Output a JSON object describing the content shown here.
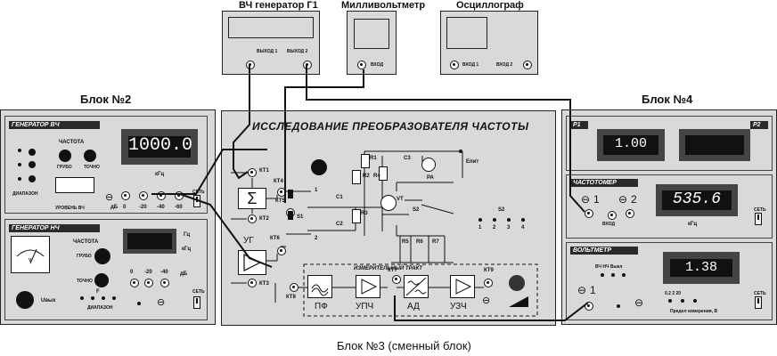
{
  "top": {
    "hf_generator": {
      "title": "ВЧ генератор Г1",
      "out1": "ВЫХОД 1",
      "out2": "ВЫХОД 2"
    },
    "millivoltmeter": {
      "title": "Милливольтметр",
      "input": "ВХОД"
    },
    "oscilloscope": {
      "title": "Осциллограф",
      "in1": "ВХОД 1",
      "in2": "ВХОД 2"
    }
  },
  "block2": {
    "label": "Блок №2",
    "hf_gen": {
      "header": "ГЕНЕРАТОР ВЧ",
      "freq_label": "ЧАСТОТА",
      "coarse": "ГРУБО",
      "fine": "ТОЧНО",
      "range": "ДИАПАЗОН",
      "level": "УРОВЕНЬ ВЧ",
      "display": "1000.0",
      "unit": "кГц",
      "db": "дБ",
      "att": [
        "0",
        "-20",
        "-40",
        "-60"
      ],
      "net": "СЕТЬ"
    },
    "lf_gen": {
      "header": "ГЕНЕРАТОР НЧ",
      "freq_label": "ЧАСТОТА",
      "coarse": "ГРУБО",
      "fine": "ТОЧНО",
      "hz": "Гц",
      "khz": "кГц",
      "att": [
        "0",
        "-20",
        "-40"
      ],
      "db": "дБ",
      "uout": "Uвых",
      "range": "ДИАПАЗОН",
      "range_f": "F",
      "net": "СЕТЬ",
      "meter_v": "V"
    }
  },
  "block3": {
    "label": "Блок №3 (сменный блок)",
    "title": "ИССЛЕДОВАНИЕ ПРЕОБРАЗОВАТЕЛЯ ЧАСТОТЫ",
    "kt": [
      "КТ1",
      "КТ2",
      "КТ3",
      "КТ4",
      "КТ5",
      "КТ6",
      "КТ7",
      "КТ8",
      "КТ9"
    ],
    "sigma": "Σ",
    "ug": "УГ",
    "components": {
      "r1": "R1",
      "r2": "R2",
      "r3": "R3",
      "r4": "R4",
      "r5": "R5",
      "r6": "R6",
      "r7": "R7",
      "c1": "C1",
      "c2": "C2",
      "c3": "C3",
      "vt": "VT",
      "pa": "PA",
      "epit": "Eпит",
      "s1": "S1",
      "s2": "S2",
      "n1": "1",
      "n2": "2"
    },
    "s2_positions": [
      "1",
      "2",
      "3",
      "4"
    ],
    "tract": {
      "title": "ИЗМЕРИТЕЛЬНЫЙ ТРАКТ",
      "pf": "ПФ",
      "upch": "УПЧ",
      "ad": "АД",
      "uzch": "УЗЧ"
    }
  },
  "block4": {
    "label": "Блок №4",
    "p1": "P1",
    "p2": "P2",
    "p_display": "1.00",
    "fc": {
      "header": "ЧАСТОТОМЕР",
      "display": "535.6",
      "unit": "кГц",
      "in1": "1",
      "in2": "2",
      "input": "ВХОД",
      "net": "СЕТЬ"
    },
    "vm": {
      "header": "ВОЛЬТМЕТР",
      "display": "1.38",
      "modes": "ВЧ  НЧ  Выкл",
      "in1": "1",
      "limits": "0.2   2   20",
      "limit_label": "Предел измерения, В",
      "net": "СЕТЬ"
    }
  }
}
